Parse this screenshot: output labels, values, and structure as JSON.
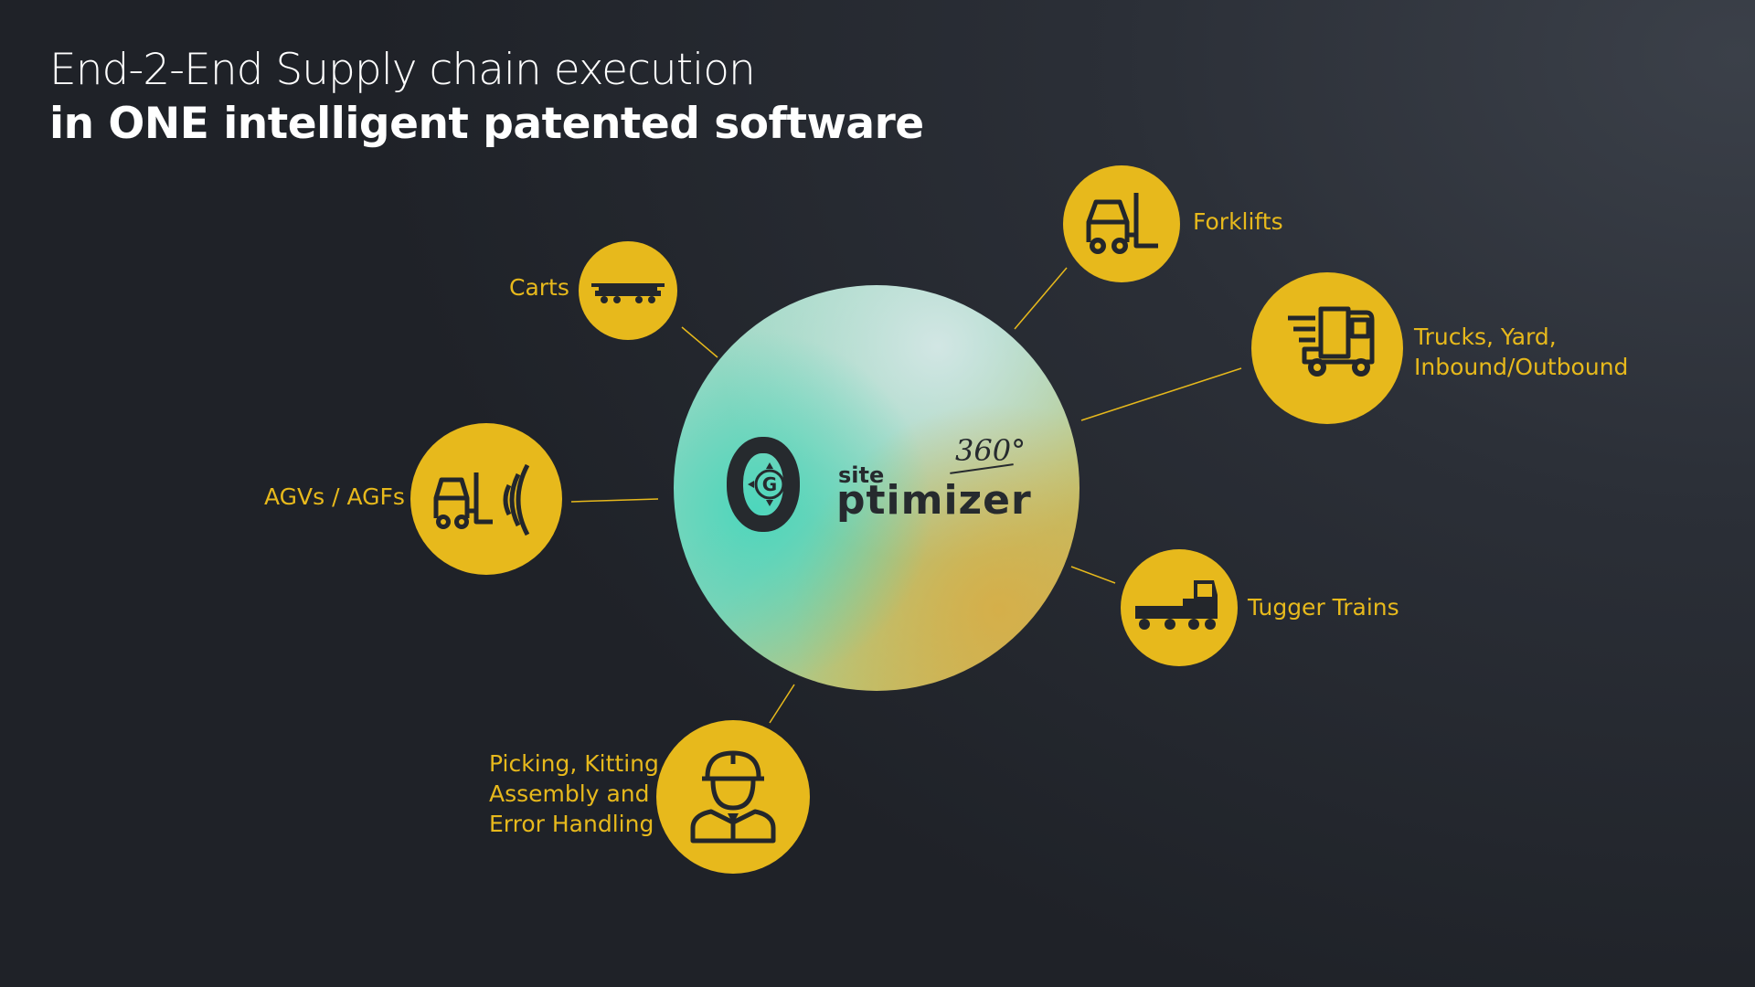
{
  "title": {
    "line1": "End-2-End Supply chain execution",
    "line2": "in ONE intelligent patented software"
  },
  "hub": {
    "logo_site": "site",
    "logo_optimizer": "ptimizer",
    "logo_badge": "360°"
  },
  "nodes": [
    {
      "id": "carts",
      "label": "Carts",
      "icon": "cart-icon"
    },
    {
      "id": "forklifts",
      "label": "Forklifts",
      "icon": "forklift-icon"
    },
    {
      "id": "trucks",
      "label_lines": [
        "Trucks, Yard,",
        "Inbound/Outbound"
      ],
      "icon": "truck-icon"
    },
    {
      "id": "agvs",
      "label": "AGVs / AGFs",
      "icon": "agv-forklift-icon"
    },
    {
      "id": "tugger",
      "label": "Tugger Trains",
      "icon": "tugger-train-icon"
    },
    {
      "id": "picking",
      "label_lines": [
        "Picking, Kitting",
        "Assembly and",
        "Error Handling"
      ],
      "icon": "worker-icon"
    }
  ],
  "colors": {
    "node_fill": "#e7b91c",
    "label_text": "#e7b91c",
    "connector": "#e7b91c",
    "icon_stroke": "#23262b",
    "title_text": "#ffffff"
  }
}
